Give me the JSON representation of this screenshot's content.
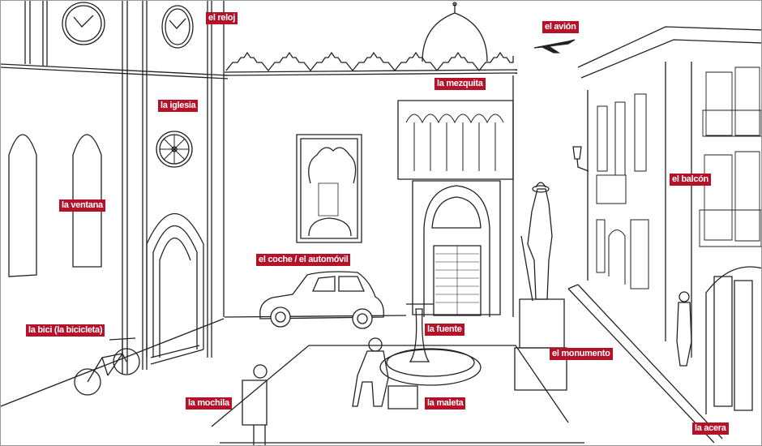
{
  "title": "Vocabulario: la ciudad",
  "label_color": "#b5122a",
  "labels": {
    "reloj": "el reloj",
    "avion": "el avión",
    "mezquita": "la mezquita",
    "iglesia": "la iglesia",
    "ventana": "la ventana",
    "balcon": "el balcón",
    "coche": "el coche / el automóvil",
    "bici": "la bici (la bicicleta)",
    "fuente": "la fuente",
    "monumento": "el monumento",
    "mochila": "la mochila",
    "maleta": "la maleta",
    "acera": "la acera"
  }
}
